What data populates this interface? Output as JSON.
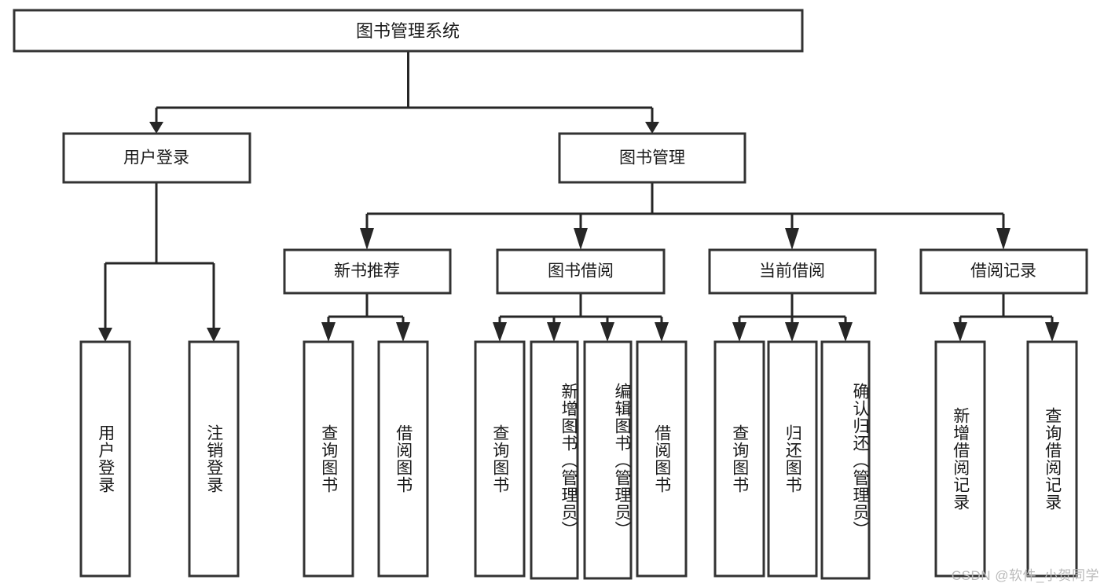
{
  "diagram": {
    "type": "tree-hierarchy",
    "title": "图书管理系统",
    "orientation": "top-down",
    "watermark": "CSDN @软件_小贺同学",
    "colors": {
      "box_fill": "#ffffff",
      "box_stroke": "#333333",
      "connector": "#262626",
      "text": "#1a1a1a",
      "watermark": "#b9b9b9"
    },
    "levels": [
      {
        "level": 0,
        "nodes": [
          {
            "id": "root",
            "label": "图书管理系统",
            "orientation": "horizontal"
          }
        ]
      },
      {
        "level": 1,
        "nodes": [
          {
            "id": "user-login",
            "label": "用户登录",
            "orientation": "horizontal",
            "parent": "root"
          },
          {
            "id": "book-admin",
            "label": "图书管理",
            "orientation": "horizontal",
            "parent": "root"
          }
        ]
      },
      {
        "level": 2,
        "nodes": [
          {
            "id": "new-book-rec",
            "label": "新书推荐",
            "orientation": "horizontal",
            "parent": "book-admin"
          },
          {
            "id": "book-borrow",
            "label": "图书借阅",
            "orientation": "horizontal",
            "parent": "book-admin"
          },
          {
            "id": "current-borrow",
            "label": "当前借阅",
            "orientation": "horizontal",
            "parent": "book-admin"
          },
          {
            "id": "borrow-record",
            "label": "借阅记录",
            "orientation": "horizontal",
            "parent": "book-admin"
          }
        ]
      },
      {
        "level": 3,
        "nodes": [
          {
            "id": "leaf-user-login",
            "label": "用户登录",
            "orientation": "vertical",
            "parent": "user-login"
          },
          {
            "id": "leaf-logout",
            "label": "注销登录",
            "orientation": "vertical",
            "parent": "user-login"
          },
          {
            "id": "leaf-query-book-1",
            "label": "查询图书",
            "orientation": "vertical",
            "parent": "new-book-rec"
          },
          {
            "id": "leaf-borrow-book-1",
            "label": "借阅图书",
            "orientation": "vertical",
            "parent": "new-book-rec"
          },
          {
            "id": "leaf-query-book-2",
            "label": "查询图书",
            "orientation": "vertical",
            "parent": "book-borrow"
          },
          {
            "id": "leaf-add-book",
            "label": "新增图书（管理员）",
            "orientation": "vertical",
            "parent": "book-borrow"
          },
          {
            "id": "leaf-edit-book",
            "label": "编辑图书（管理员）",
            "orientation": "vertical",
            "parent": "book-borrow"
          },
          {
            "id": "leaf-borrow-book-2",
            "label": "借阅图书",
            "orientation": "vertical",
            "parent": "book-borrow"
          },
          {
            "id": "leaf-query-book-3",
            "label": "查询图书",
            "orientation": "vertical",
            "parent": "current-borrow"
          },
          {
            "id": "leaf-return-book",
            "label": "归还图书",
            "orientation": "vertical",
            "parent": "current-borrow"
          },
          {
            "id": "leaf-confirm-return",
            "label": "确认归还（管理员）",
            "orientation": "vertical",
            "parent": "current-borrow"
          },
          {
            "id": "leaf-add-record",
            "label": "新增借阅记录",
            "orientation": "vertical",
            "parent": "borrow-record"
          },
          {
            "id": "leaf-query-record",
            "label": "查询借阅记录",
            "orientation": "vertical",
            "parent": "borrow-record"
          }
        ]
      }
    ]
  }
}
